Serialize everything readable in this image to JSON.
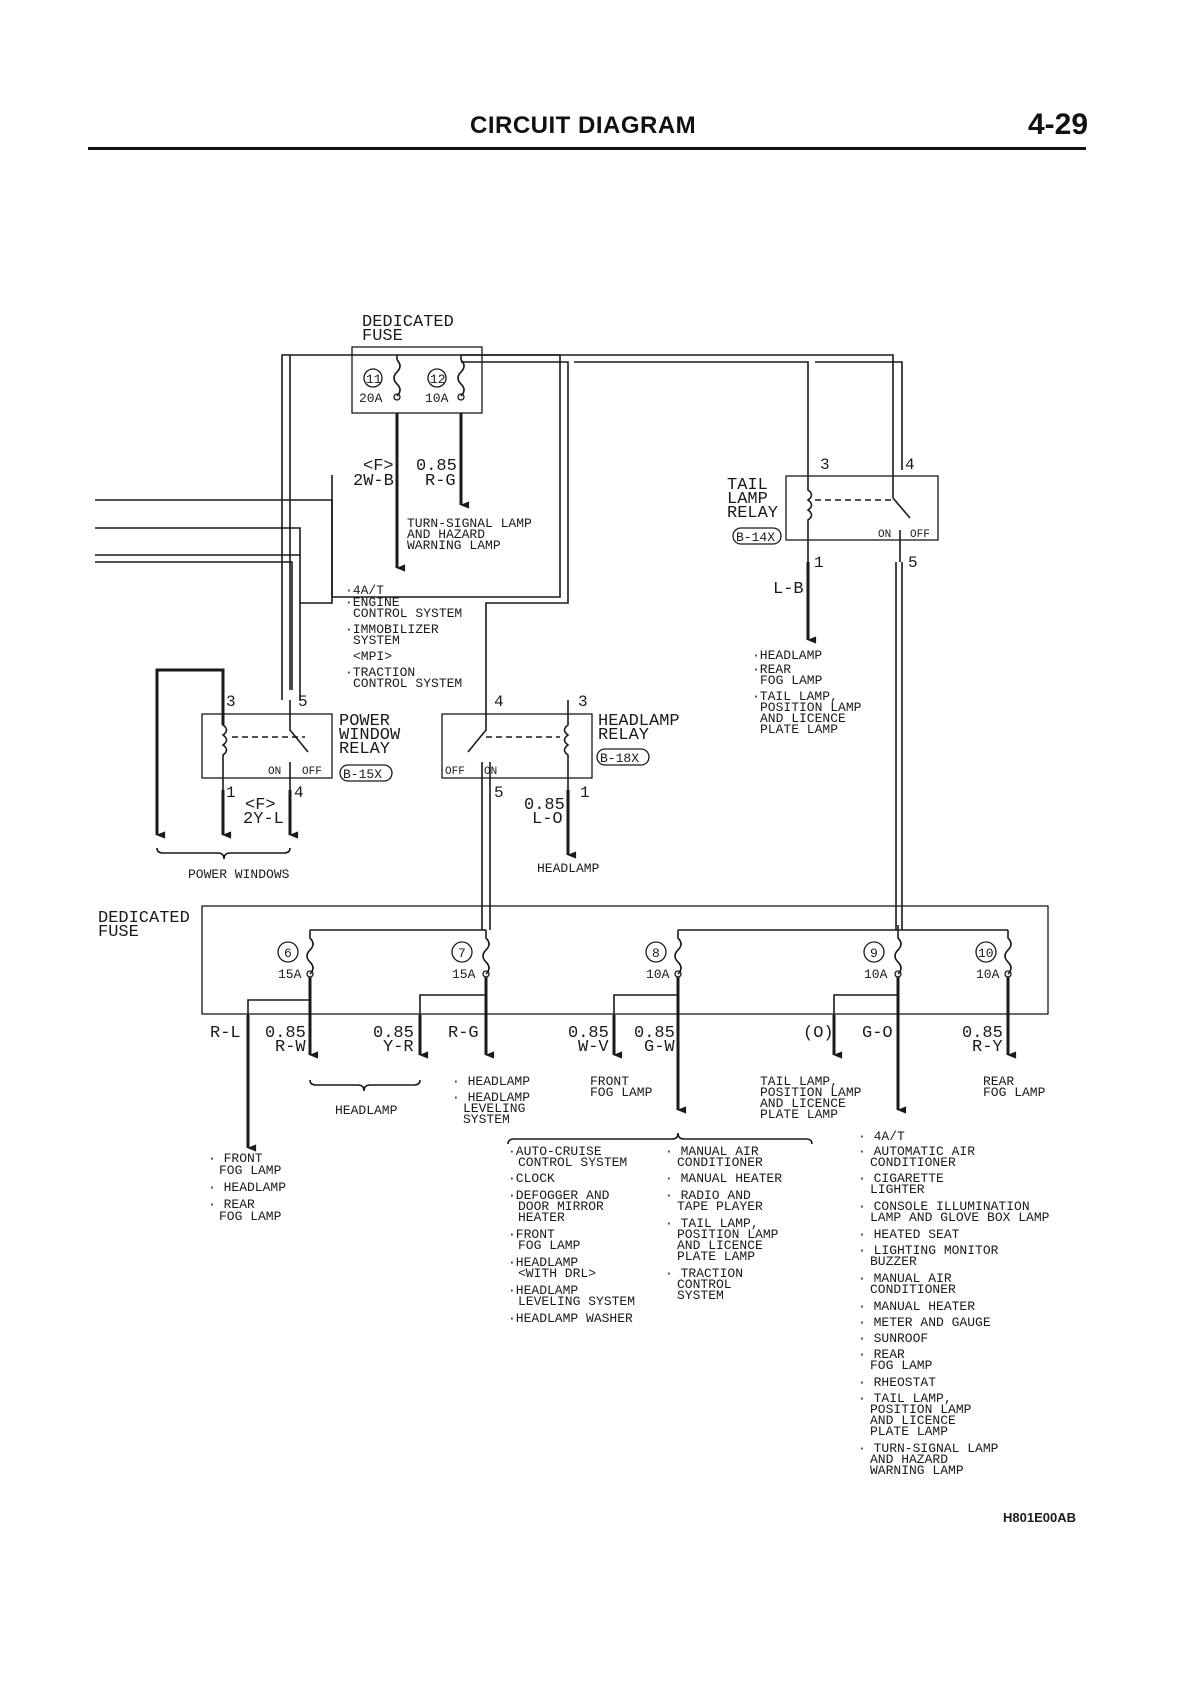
{
  "header": {
    "title": "CIRCUIT DIAGRAM",
    "page": "4-29"
  },
  "fuse_top": {
    "label": [
      "DEDICATED",
      "FUSE"
    ],
    "fuses": [
      {
        "num": "11",
        "rating": "20A"
      },
      {
        "num": "12",
        "rating": "10A"
      }
    ]
  },
  "wires_top": {
    "f": "<F>",
    "w2wb": "2W-B",
    "g085": "0.85",
    "rg": "R-G"
  },
  "turn_signal": [
    "TURN-SIGNAL LAMP",
    "AND HAZARD",
    "WARNING LAMP"
  ],
  "engine_list": [
    "·4A/T",
    "·ENGINE",
    "CONTROL SYSTEM",
    "·IMMOBILIZER",
    "SYSTEM",
    "<MPI>",
    "·TRACTION",
    "CONTROL SYSTEM"
  ],
  "tail_relay": {
    "name": [
      "TAIL",
      "LAMP",
      "RELAY"
    ],
    "code": "B-14X",
    "pins": [
      "3",
      "4",
      "1",
      "5"
    ],
    "on": "ON",
    "off": "OFF",
    "wire": "L-B"
  },
  "tail_loads": [
    "·HEADLAMP",
    "·REAR",
    "FOG LAMP",
    "·TAIL LAMP,",
    "POSITION LAMP",
    "AND LICENCE",
    "PLATE LAMP"
  ],
  "pw_relay": {
    "name": [
      "POWER",
      "WINDOW",
      "RELAY"
    ],
    "code": "B-15X",
    "pins": [
      "3",
      "5",
      "1",
      "4"
    ],
    "on": "ON",
    "off": "OFF",
    "f": "<F>",
    "wire": "2Y-L"
  },
  "power_windows": "POWER WINDOWS",
  "hl_relay": {
    "name": [
      "HEADLAMP",
      "RELAY"
    ],
    "code": "B-18X",
    "pins": [
      "4",
      "3",
      "5",
      "1"
    ],
    "on": "ON",
    "off": "OFF",
    "g": "0.85",
    "wire": "L-O"
  },
  "headlamp_out": "HEADLAMP",
  "fuse_bottom": {
    "label": [
      "DEDICATED",
      "FUSE"
    ],
    "fuses": [
      {
        "num": "6",
        "rating": "15A"
      },
      {
        "num": "7",
        "rating": "15A"
      },
      {
        "num": "8",
        "rating": "10A"
      },
      {
        "num": "9",
        "rating": "10A"
      },
      {
        "num": "10",
        "rating": "10A"
      }
    ]
  },
  "bottom_wires": {
    "rl": "R-L",
    "g1": "0.85",
    "rw": "R-W",
    "g2": "0.85",
    "yr": "Y-R",
    "rg": "R-G",
    "g3": "0.85",
    "wv": "W-V",
    "g4": "0.85",
    "gw": "G-W",
    "o": "(O)",
    "go": "G-O",
    "g5": "0.85",
    "ry": "R-Y"
  },
  "loads": {
    "rl": [
      "· FRONT",
      "FOG LAMP",
      "· HEADLAMP",
      "· REAR",
      "FOG LAMP"
    ],
    "headlamp_brace": "HEADLAMP",
    "rg": [
      "· HEADLAMP",
      "· HEADLAMP",
      "LEVELING",
      "SYSTEM"
    ],
    "front_fog": [
      "FRONT",
      "FOG LAMP"
    ],
    "tail": [
      "TAIL LAMP,",
      "POSITION LAMP",
      "AND LICENCE",
      "PLATE LAMP"
    ],
    "rear_fog": [
      "REAR",
      "FOG LAMP"
    ],
    "gw_col1": [
      "·AUTO-CRUISE",
      "CONTROL SYSTEM",
      "·CLOCK",
      "·DEFOGGER AND",
      "DOOR MIRROR",
      "HEATER",
      "·FRONT",
      "FOG LAMP",
      "·HEADLAMP",
      "<WITH DRL>",
      "·HEADLAMP",
      "LEVELING SYSTEM",
      "·HEADLAMP WASHER"
    ],
    "gw_col2": [
      "· MANUAL AIR",
      "CONDITIONER",
      "· MANUAL HEATER",
      "· RADIO AND",
      "TAPE PLAYER",
      "· TAIL LAMP,",
      "POSITION LAMP",
      "AND LICENCE",
      "PLATE LAMP",
      "· TRACTION",
      "CONTROL",
      "SYSTEM"
    ],
    "go": [
      "· 4A/T",
      "· AUTOMATIC AIR",
      "CONDITIONER",
      "· CIGARETTE",
      "LIGHTER",
      "· CONSOLE ILLUMINATION",
      "LAMP AND GLOVE BOX LAMP",
      "· HEATED SEAT",
      "· LIGHTING MONITOR",
      "BUZZER",
      "· MANUAL AIR",
      "CONDITIONER",
      "· MANUAL HEATER",
      "· METER AND GAUGE",
      "· SUNROOF",
      "· REAR",
      "FOG LAMP",
      "· RHEOSTAT",
      "· TAIL LAMP,",
      "POSITION LAMP",
      "AND LICENCE",
      "PLATE LAMP",
      "· TURN-SIGNAL LAMP",
      "AND HAZARD",
      "WARNING LAMP"
    ]
  },
  "figure_code": "H801E00AB"
}
